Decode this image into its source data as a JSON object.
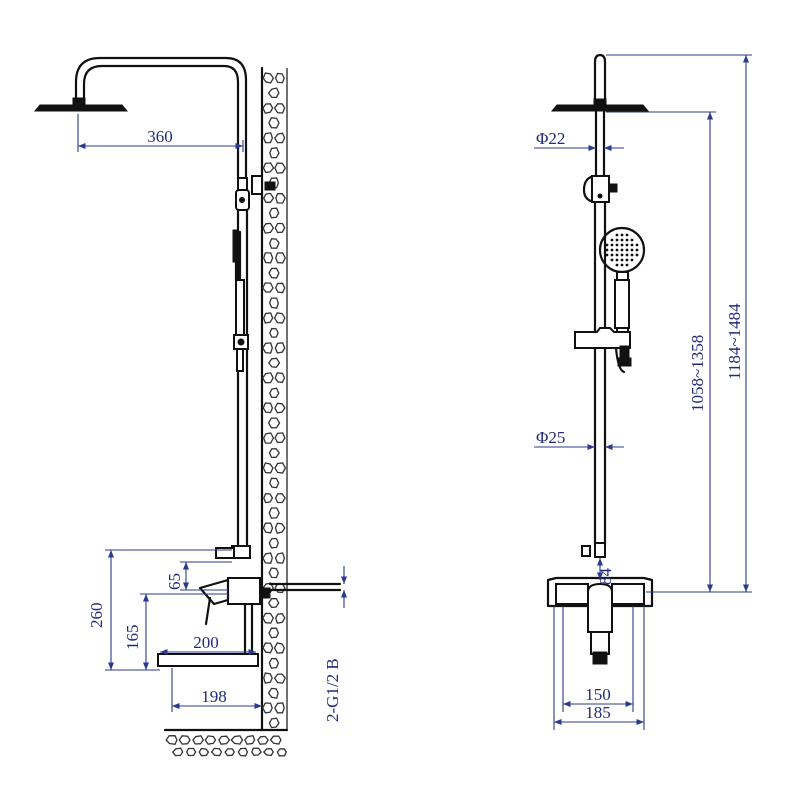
{
  "colors": {
    "ink": "#111111",
    "dimension": "#2b3a8c",
    "dimension_text": "#222a7a",
    "background": "#ffffff"
  },
  "side_view": {
    "dim_head_projection": "360",
    "dim_mixer_height": "260",
    "dim_spout_height": "165",
    "dim_connector_gap": "65",
    "dim_spout_length": "200",
    "dim_wall_to_spout_tip": "198",
    "dim_inlet_thread": "2-G1/2 B"
  },
  "front_view": {
    "dim_upper_pipe_diameter": "Φ22",
    "dim_lower_pipe_diameter": "Φ25",
    "dim_pipe_height_range": "1058~1358",
    "dim_total_height_range": "1184~1484",
    "dim_small_gap": "84",
    "dim_inlet_spacing": "150",
    "dim_body_width": "185"
  }
}
